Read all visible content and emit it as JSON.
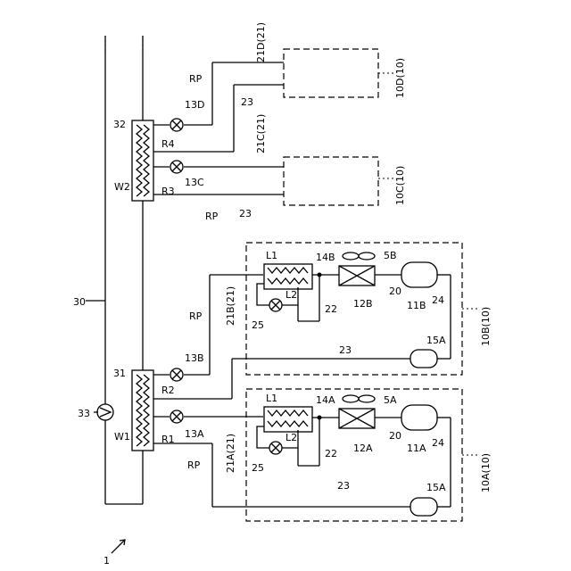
{
  "labels": {
    "system": "1",
    "pipe30": "30",
    "pump33": "33",
    "w1": "W1",
    "w2": "W2",
    "hx31": "31",
    "hx32": "32",
    "r1": "R1",
    "r2": "R2",
    "r3": "R3",
    "r4": "R4",
    "v13a": "13A",
    "v13b": "13B",
    "v13c": "13C",
    "v13d": "13D",
    "rp_a": "RP",
    "rp_b": "RP",
    "rp_c": "RP",
    "rp_d": "RP",
    "p21a": "21A(21)",
    "p21b": "21B(21)",
    "p21c": "21C(21)",
    "p21d": "21D(21)",
    "p23a": "23",
    "p23b": "23",
    "p23c": "23",
    "p23d": "23",
    "u10a": "10A(10)",
    "u10b": "10B(10)",
    "u10c": "10C(10)",
    "u10d": "10D(10)",
    "a_l1": "L1",
    "a_l2": "L2",
    "a_14": "14A",
    "a_5": "5A",
    "a_12": "12A",
    "a_20": "20",
    "a_11": "11A",
    "a_24": "24",
    "a_22": "22",
    "a_25": "25",
    "a_15": "15A",
    "b_l1": "L1",
    "b_l2": "L2",
    "b_14": "14B",
    "b_5": "5B",
    "b_12": "12B",
    "b_20": "20",
    "b_11": "11B",
    "b_24": "24",
    "b_22": "22",
    "b_25": "25",
    "b_15": "15A"
  }
}
